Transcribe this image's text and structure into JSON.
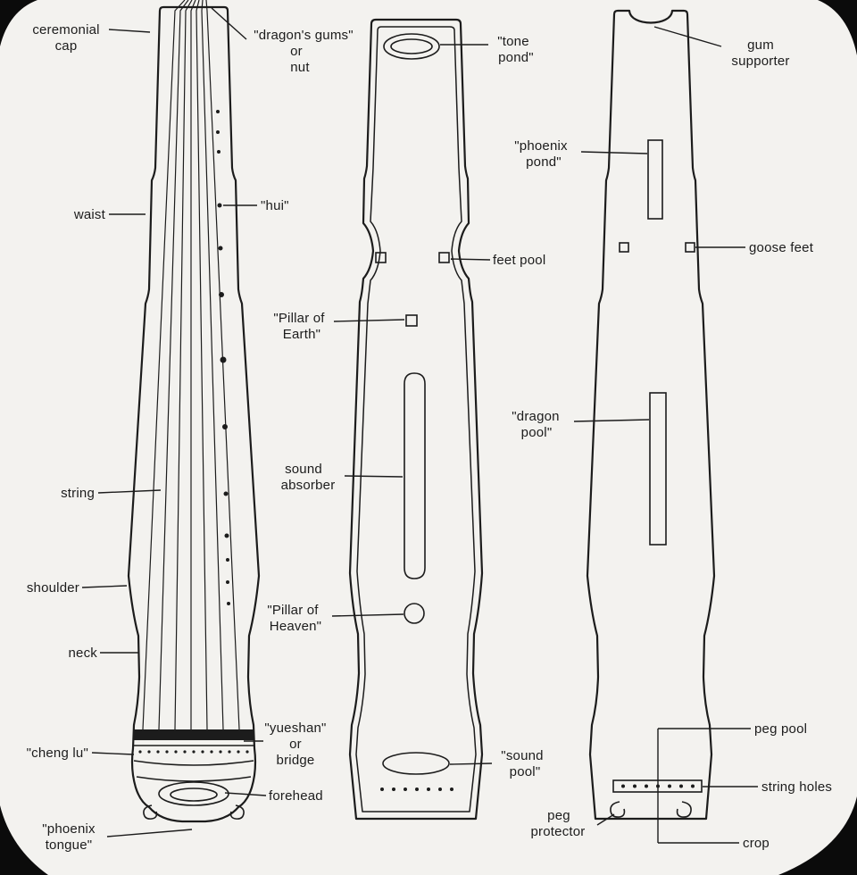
{
  "colors": {
    "ink": "#1c1c1c",
    "paper": "#f3f2ef"
  },
  "labels": {
    "ceremonial_cap": [
      "ceremonial",
      "cap"
    ],
    "dragons_gums": [
      "\"dragon's gums\"",
      "or",
      "nut"
    ],
    "waist": [
      "waist"
    ],
    "hui": [
      "\"hui\""
    ],
    "string": [
      "string"
    ],
    "shoulder": [
      "shoulder"
    ],
    "neck": [
      "neck"
    ],
    "cheng_lu": [
      "\"cheng lu\""
    ],
    "yueshan": [
      "\"yueshan\"",
      "or",
      "bridge"
    ],
    "forehead": [
      "forehead"
    ],
    "phoenix_tongue": [
      "\"phoenix",
      "tongue\""
    ],
    "tone_pond": [
      "\"tone",
      "pond\""
    ],
    "feet_pool": [
      "feet pool"
    ],
    "pillar_of_earth": [
      "\"Pillar of",
      "Earth\""
    ],
    "sound_absorber": [
      "sound",
      "absorber"
    ],
    "pillar_of_heaven": [
      "\"Pillar of",
      "Heaven\""
    ],
    "sound_pool": [
      "\"sound",
      "pool\""
    ],
    "gum_supporter": [
      "gum",
      "supporter"
    ],
    "phoenix_pond": [
      "\"phoenix",
      "pond\""
    ],
    "goose_feet": [
      "goose feet"
    ],
    "dragon_pool": [
      "\"dragon",
      "pool\""
    ],
    "peg_pool": [
      "peg pool"
    ],
    "string_holes": [
      "string holes"
    ],
    "peg_protector": [
      "peg",
      "protector"
    ],
    "crop": [
      "crop"
    ]
  }
}
